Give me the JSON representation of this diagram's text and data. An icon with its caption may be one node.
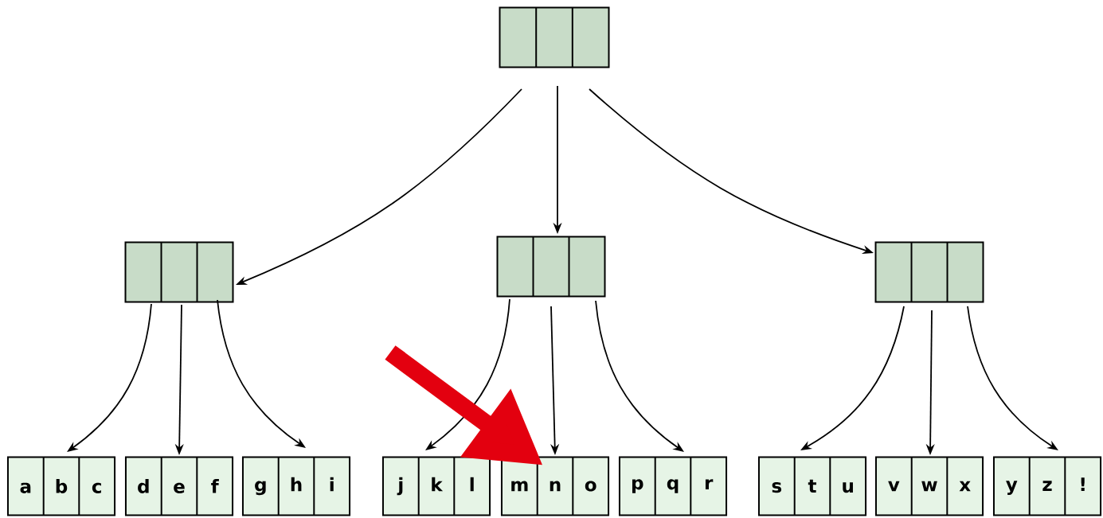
{
  "diagram": {
    "nodes": [
      {
        "text": [],
        "shape": "box"
      },
      {
        "text": [],
        "shape": "box"
      },
      {
        "text": [],
        "shape": "box"
      },
      {
        "text": [],
        "shape": "box"
      },
      {
        "text": [
          "a",
          "b",
          "c"
        ]
      },
      {
        "text": [
          "d",
          "e",
          "f"
        ]
      },
      {
        "text": [
          "g",
          "h",
          "i"
        ]
      },
      {
        "text": [
          "j",
          "k",
          "l"
        ]
      },
      {
        "text": [
          "m",
          "n",
          "o"
        ]
      },
      {
        "text": [
          "p",
          "q",
          "r"
        ]
      },
      {
        "text": [
          "s",
          "t",
          "u"
        ]
      },
      {
        "text": [
          "v",
          "w",
          "x"
        ]
      },
      {
        "text": [
          "y",
          "z",
          "!"
        ]
      }
    ],
    "edges": [
      {
        "from": 0,
        "to": 1,
        "arrow": "to"
      },
      {
        "from": 0,
        "to": 2,
        "arrow": "to"
      },
      {
        "from": 0,
        "to": 3,
        "arrow": "to"
      },
      {
        "from": 1,
        "to": 4,
        "arrow": "to"
      },
      {
        "from": 1,
        "to": 5,
        "arrow": "to"
      },
      {
        "from": 1,
        "to": 6,
        "arrow": "to"
      },
      {
        "from": 2,
        "to": 7,
        "arrow": "to"
      },
      {
        "from": 2,
        "to": 8,
        "arrow": "to"
      },
      {
        "from": 2,
        "to": 9,
        "arrow": "to"
      },
      {
        "from": 3,
        "to": 10,
        "arrow": "to"
      },
      {
        "from": 3,
        "to": 11,
        "arrow": "to"
      },
      {
        "from": 3,
        "to": 12,
        "arrow": "to"
      },
      {
        "from": null,
        "to": 8,
        "arrow": "to",
        "style": "thick",
        "color": "#e3000f"
      }
    ]
  }
}
